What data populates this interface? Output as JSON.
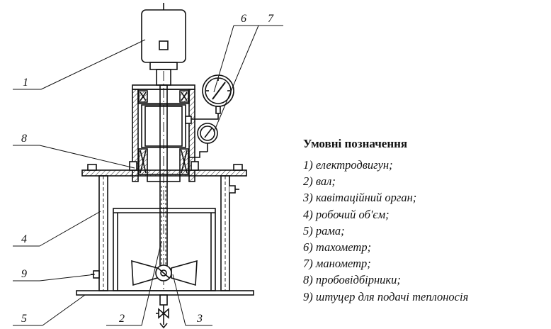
{
  "legend": {
    "title": "Умовні позначення",
    "items": [
      "1) електродвигун;",
      "2) вал;",
      "3) кавітаційний орган;",
      "4) робочий об'єм;",
      "5) рама;",
      "6) тахометр;",
      "7) манометр;",
      "8) пробовідбірники;",
      "9) штуцер для подачі теплоносія"
    ]
  },
  "callouts": {
    "c1": "1",
    "c2": "2",
    "c3": "3",
    "c4": "4",
    "c5": "5",
    "c6": "6",
    "c7": "7",
    "c8": "8",
    "c9": "9"
  }
}
